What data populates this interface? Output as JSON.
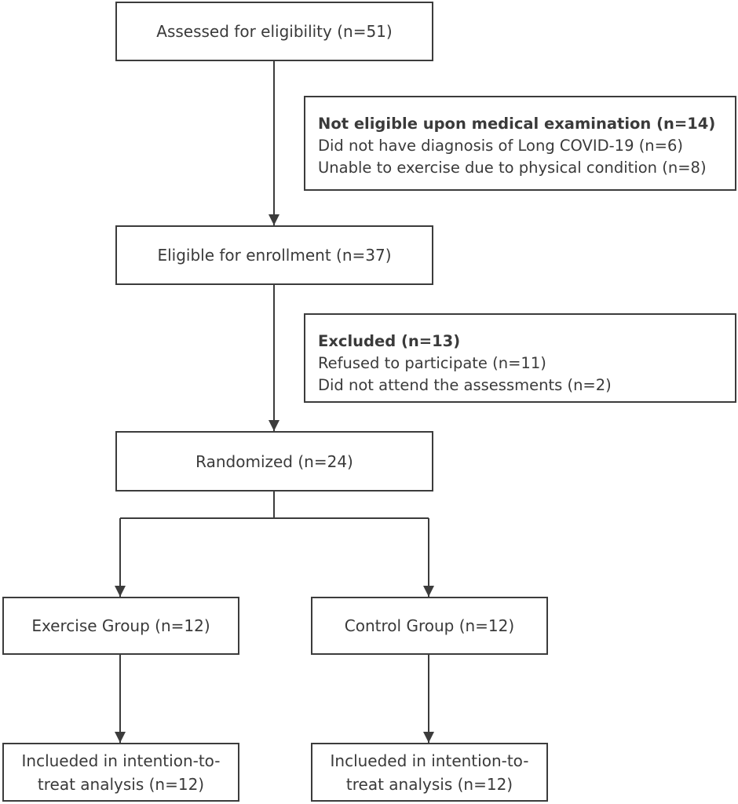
{
  "boxes": {
    "assessed": "Assessed for eligibility (n=51)",
    "not_eligible": {
      "heading": "Not eligible upon medical examination (n=14)",
      "lines": [
        "Did not have diagnosis of Long COVID-19 (n=6)",
        "Unable to exercise due to physical condition (n=8)"
      ]
    },
    "eligible": "Eligible for enrollment (n=37)",
    "excluded": {
      "heading": "Excluded (n=13)",
      "lines": [
        "Refused to participate (n=11)",
        "Did not attend the assessments (n=2)"
      ]
    },
    "randomized": "Randomized (n=24)",
    "exercise_group": "Exercise Group (n=12)",
    "control_group": "Control Group (n=12)",
    "exercise_analysis": [
      "Inclueded in intention-to-",
      "treat analysis (n=12)"
    ],
    "control_analysis": [
      "Inclueded in intention-to-",
      "treat analysis (n=12)"
    ]
  }
}
